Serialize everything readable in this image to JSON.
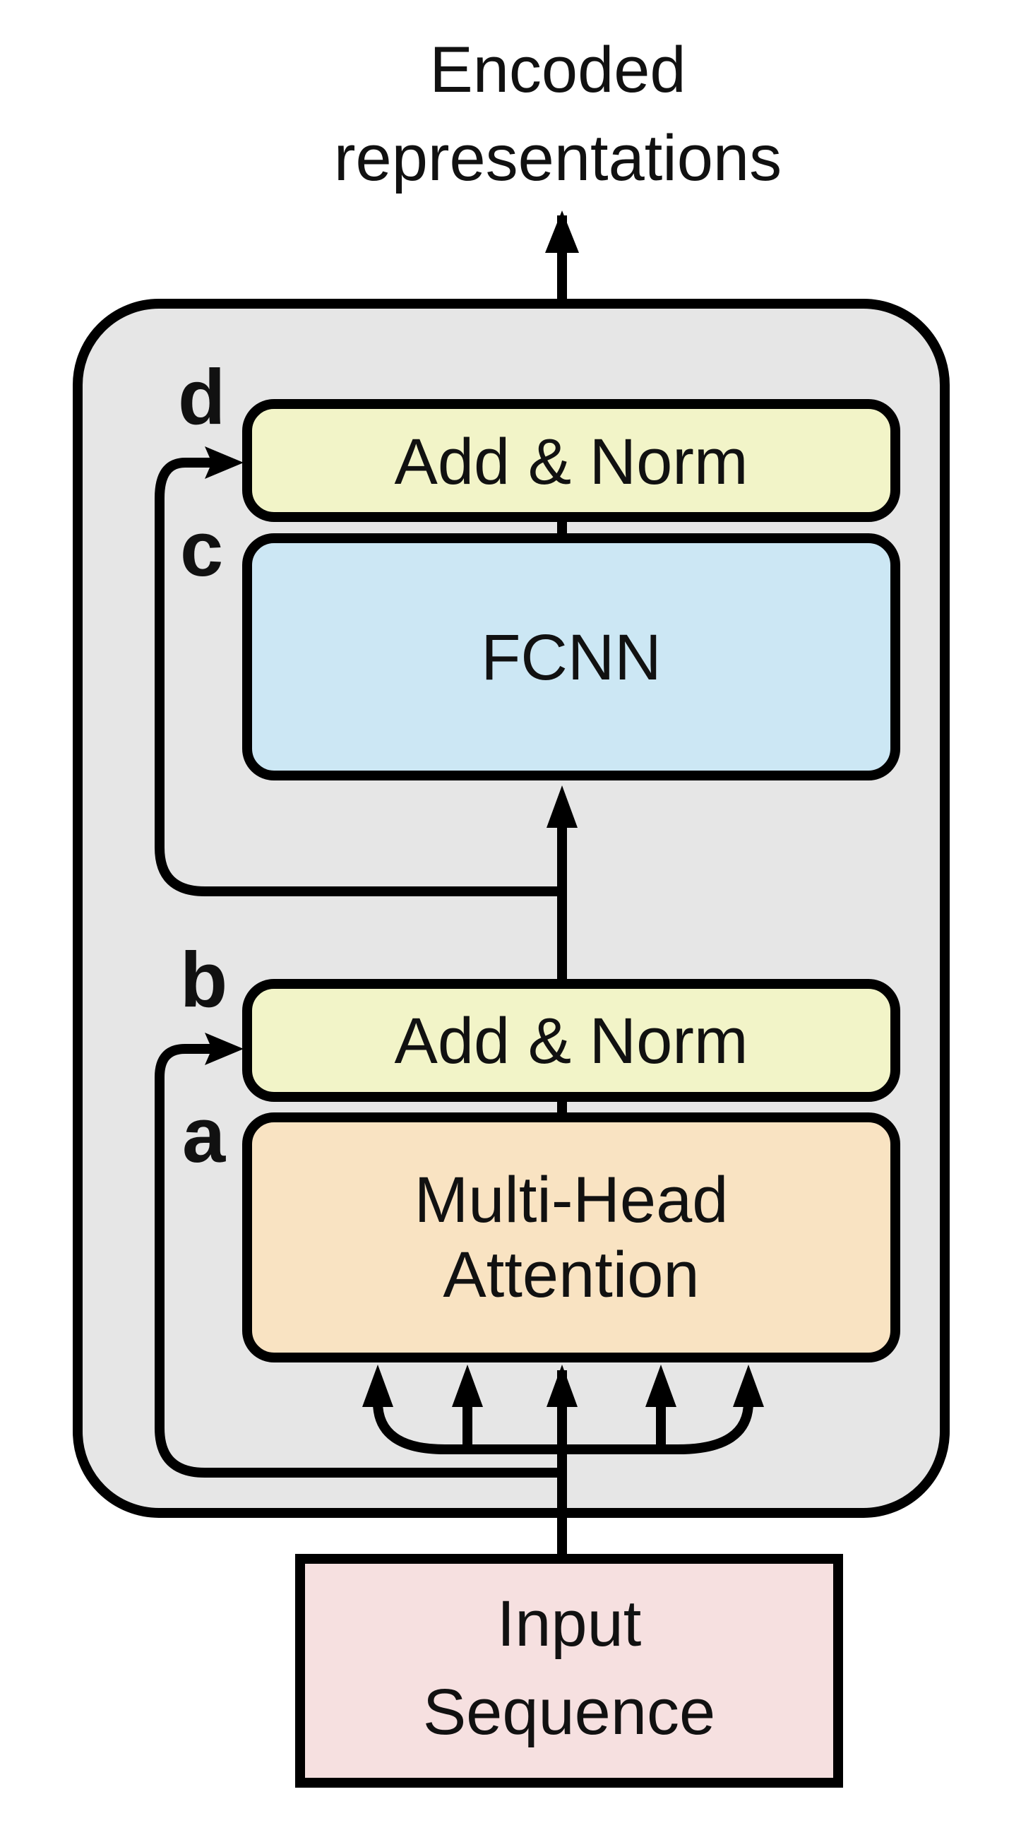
{
  "output_label": {
    "line1": "Encoded",
    "line2": "representations"
  },
  "blocks": {
    "add_norm_top": {
      "label": "Add & Norm",
      "marker": "d",
      "fill": "#f2f4c8"
    },
    "fcnn": {
      "label": "FCNN",
      "marker": "c",
      "fill": "#cce7f4"
    },
    "add_norm_bottom": {
      "label": "Add & Norm",
      "marker": "b",
      "fill": "#f2f4c8"
    },
    "attention": {
      "line1": "Multi-Head",
      "line2": "Attention",
      "marker": "a",
      "fill": "#f9e3c2"
    }
  },
  "input": {
    "line1": "Input",
    "line2": "Sequence",
    "fill": "#f6e0e0"
  },
  "encoder_container": {
    "fill": "#e6e6e6"
  }
}
